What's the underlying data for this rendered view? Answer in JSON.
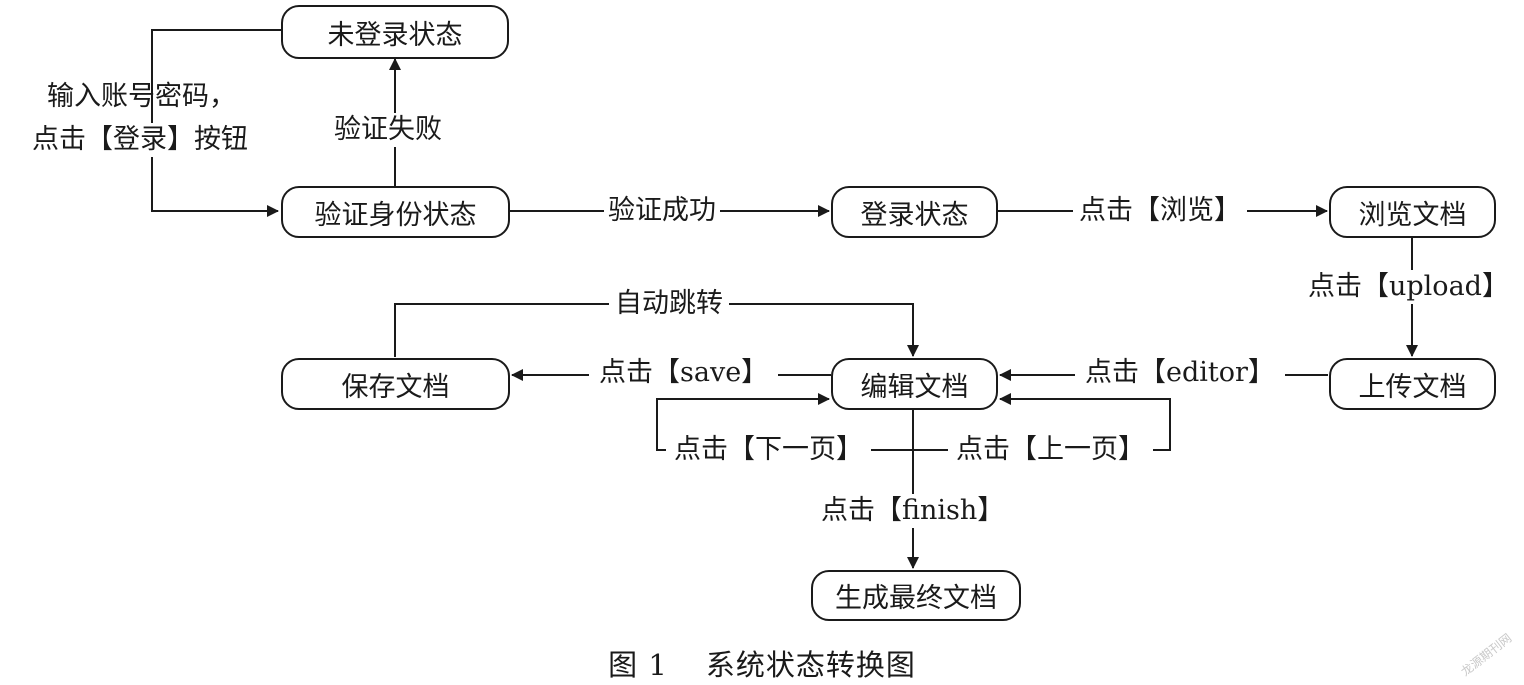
{
  "nodes": {
    "not_logged_in": "未登录状态",
    "verify_identity": "验证身份状态",
    "logged_in": "登录状态",
    "browse_doc": "浏览文档",
    "upload_doc": "上传文档",
    "edit_doc": "编辑文档",
    "save_doc": "保存文档",
    "final_doc": "生成最终文档"
  },
  "edges": {
    "input_credentials_line1": "输入账号密码，",
    "input_credentials_line2": "点击【登录】按钮",
    "verify_failed": "验证失败",
    "verify_success": "验证成功",
    "click_browse": "点击【浏览】",
    "click_upload": "点击【upload】",
    "click_editor": "点击【editor】",
    "click_save": "点击【save】",
    "auto_redirect": "自动跳转",
    "click_next_page": "点击【下一页】",
    "click_prev_page": "点击【上一页】",
    "click_finish": "点击【finish】"
  },
  "caption": {
    "number": "图 1",
    "title": "系统状态转换图"
  },
  "watermark": "龙源期刊网",
  "colors": {
    "stroke": "#1a1a1a",
    "background": "#ffffff"
  }
}
